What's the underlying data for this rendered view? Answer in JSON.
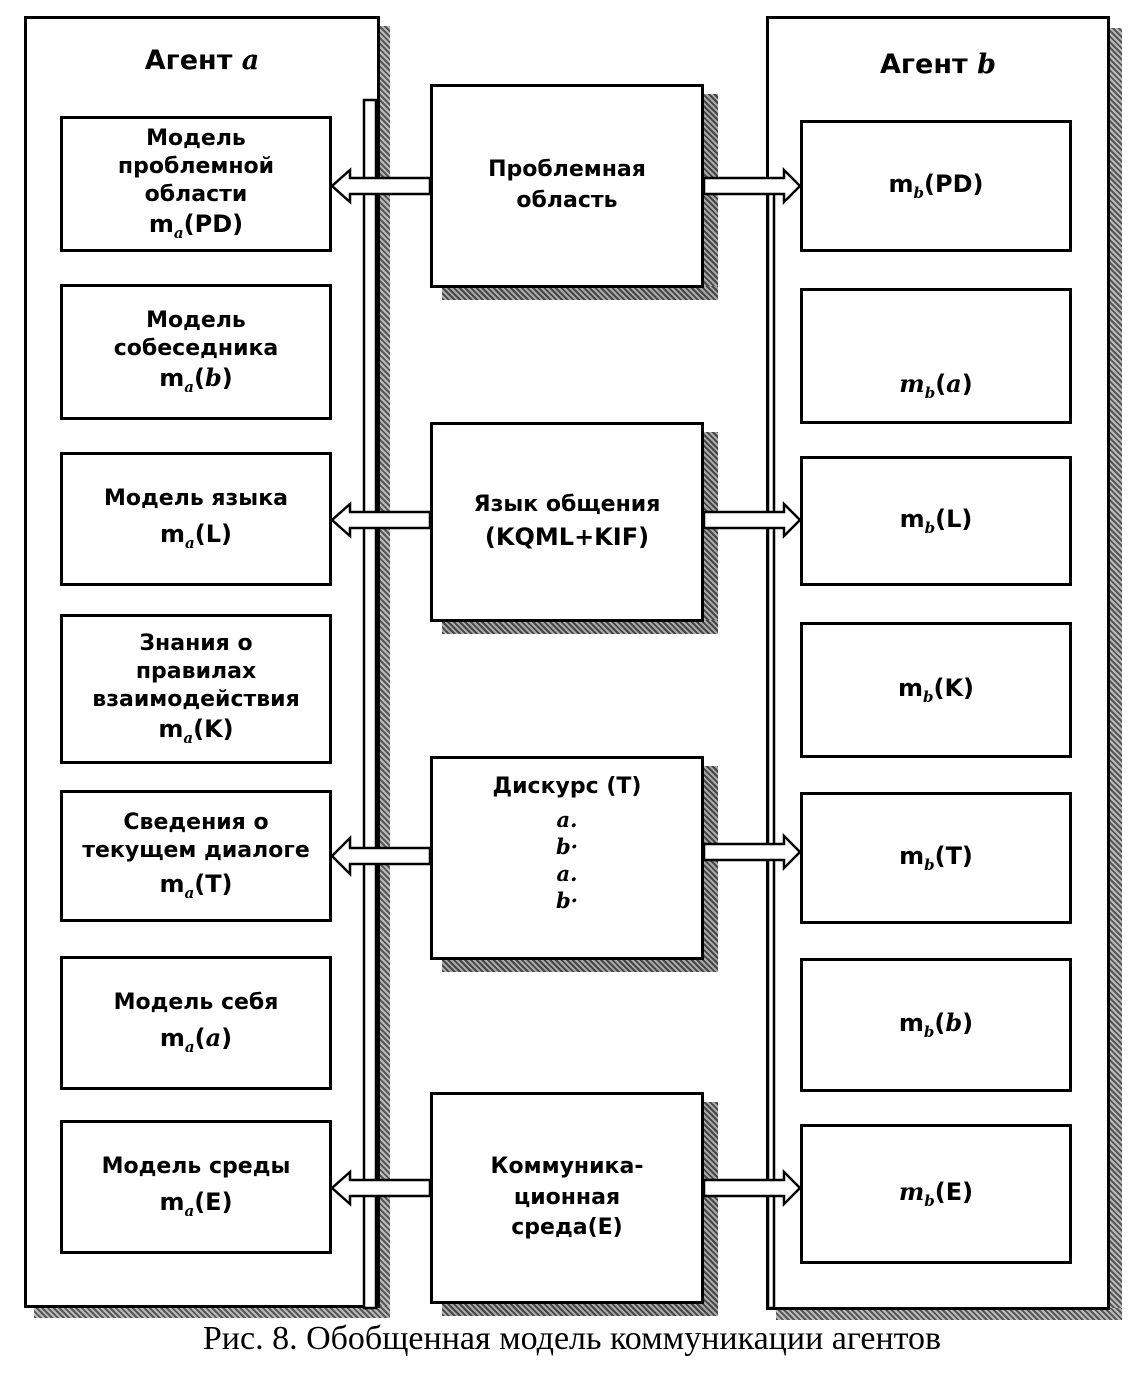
{
  "agent_a": {
    "title_prefix": "Агент",
    "title_var": "a",
    "boxes": [
      {
        "lines": [
          "Модель",
          "проблемной",
          "области"
        ],
        "sym": "m",
        "sub": "a",
        "arg": "(PD)"
      },
      {
        "lines": [
          "Модель",
          "собеседника"
        ],
        "sym": "m",
        "sub": "a",
        "arg_italic": "b"
      },
      {
        "lines": [
          "Модель языка"
        ],
        "sym": "m",
        "sub": "a",
        "arg": "(L)"
      },
      {
        "lines": [
          "Знания о",
          "правилах",
          "взаимодействия"
        ],
        "sym": "m",
        "sub": "a",
        "arg": "(K)"
      },
      {
        "lines": [
          "Сведения о",
          "текущем диалоге"
        ],
        "sym": "m",
        "sub": "a",
        "arg": "(T)"
      },
      {
        "lines": [
          "Модель себя"
        ],
        "sym": "m",
        "sub": "a",
        "arg_italic": "a"
      },
      {
        "lines": [
          "Модель среды"
        ],
        "sym": "m",
        "sub": "a",
        "arg": "(E)"
      }
    ]
  },
  "agent_b": {
    "title_prefix": "Агент",
    "title_var": "b",
    "boxes": [
      {
        "sym": "m",
        "sub": "b",
        "arg": "(PD)"
      },
      {
        "sym": "m",
        "sub": "b",
        "arg_italic": "a"
      },
      {
        "sym": "m",
        "sub": "b",
        "arg": "(L)"
      },
      {
        "sym": "m",
        "sub": "b",
        "arg": "(K)"
      },
      {
        "sym": "m",
        "sub": "b",
        "arg": "(T)"
      },
      {
        "sym": "m",
        "sub": "b",
        "arg_italic": "b"
      },
      {
        "sym": "m",
        "sub": "b",
        "arg": "(E)"
      }
    ]
  },
  "center": {
    "problem_area": [
      "Проблемная",
      "область"
    ],
    "language": [
      "Язык общения",
      "(KQML+KIF)"
    ],
    "discourse_title": "Дискурс (T)",
    "discourse_lines": [
      "a.",
      "b·",
      "a.",
      "b·"
    ],
    "comm_env": [
      "Коммуника-",
      "ционная",
      "среда(E)"
    ]
  },
  "caption": "Рис. 8. Обобщенная модель коммуникации агентов"
}
